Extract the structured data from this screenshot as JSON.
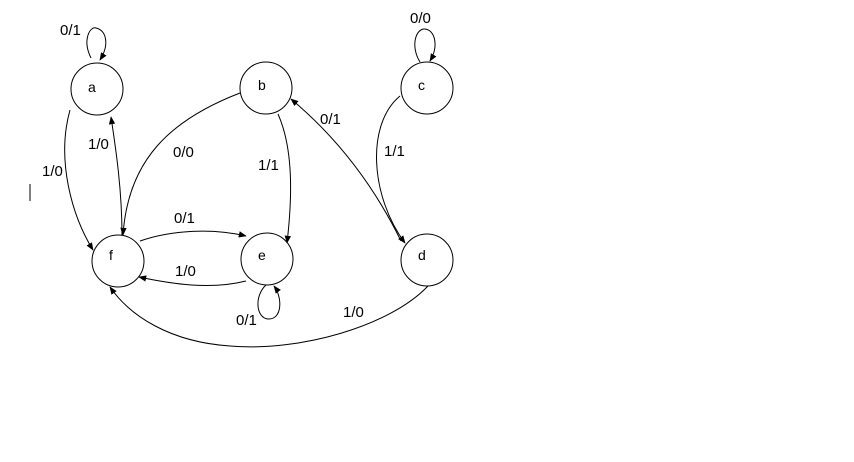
{
  "diagram": {
    "states": [
      {
        "id": "a",
        "label": "a"
      },
      {
        "id": "b",
        "label": "b"
      },
      {
        "id": "c",
        "label": "c"
      },
      {
        "id": "d",
        "label": "d"
      },
      {
        "id": "e",
        "label": "e"
      },
      {
        "id": "f",
        "label": "f"
      }
    ],
    "transitions": [
      {
        "from": "a",
        "to": "a",
        "label": "0/1"
      },
      {
        "from": "a",
        "to": "f",
        "label": "1/0"
      },
      {
        "from": "f",
        "to": "a",
        "label": "1/0"
      },
      {
        "from": "b",
        "to": "f",
        "label": "0/0"
      },
      {
        "from": "b",
        "to": "e",
        "label": "1/1"
      },
      {
        "from": "f",
        "to": "e",
        "label": "0/1"
      },
      {
        "from": "e",
        "to": "f",
        "label": "1/0"
      },
      {
        "from": "e",
        "to": "e",
        "label": "0/1"
      },
      {
        "from": "c",
        "to": "c",
        "label": "0/0"
      },
      {
        "from": "c",
        "to": "d",
        "label": "1/1"
      },
      {
        "from": "d",
        "to": "b",
        "label": "0/1"
      },
      {
        "from": "d",
        "to": "f",
        "label": "1/0"
      }
    ]
  }
}
